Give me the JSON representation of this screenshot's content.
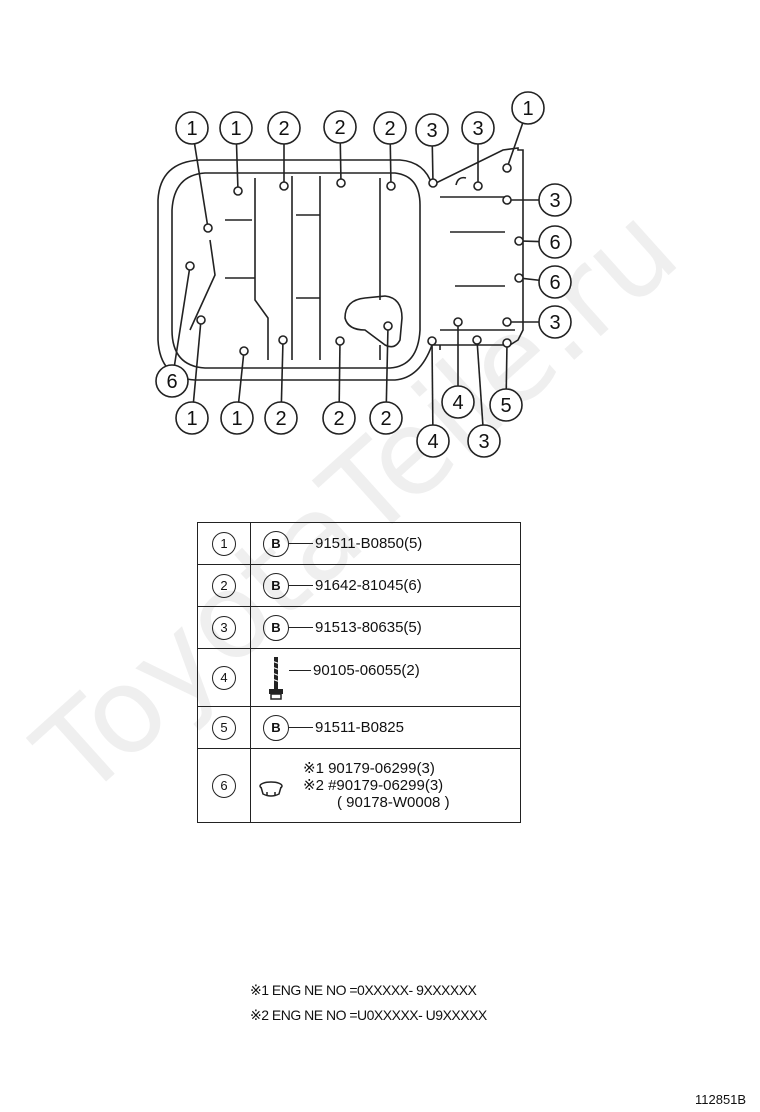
{
  "watermark": "ToyotaTeile.ru",
  "callout_labels": {
    "one": "1",
    "two": "2",
    "three": "3",
    "four": "4",
    "five": "5",
    "six": "6"
  },
  "parts_table": [
    {
      "ref": "1",
      "icon": "B",
      "part_number": "91511-B0850(5)"
    },
    {
      "ref": "2",
      "icon": "B",
      "part_number": "91642-81045(6)"
    },
    {
      "ref": "3",
      "icon": "B",
      "part_number": "91513-80635(5)"
    },
    {
      "ref": "4",
      "icon": "bolt-icon",
      "part_number": "90105-06055(2)"
    },
    {
      "ref": "5",
      "icon": "B",
      "part_number": "91511-B0825"
    },
    {
      "ref": "6",
      "icon": "plug-icon",
      "lines": [
        "※1  90179-06299(3)",
        "※2  #90179-06299(3)",
        "( 90178-W0008 )"
      ]
    }
  ],
  "footnotes": [
    "※1  ENG NE NO =0XXXXX- 9XXXXXX",
    "※2  ENG NE NO =U0XXXXX- U9XXXXX"
  ],
  "diagram_code": "112851B"
}
